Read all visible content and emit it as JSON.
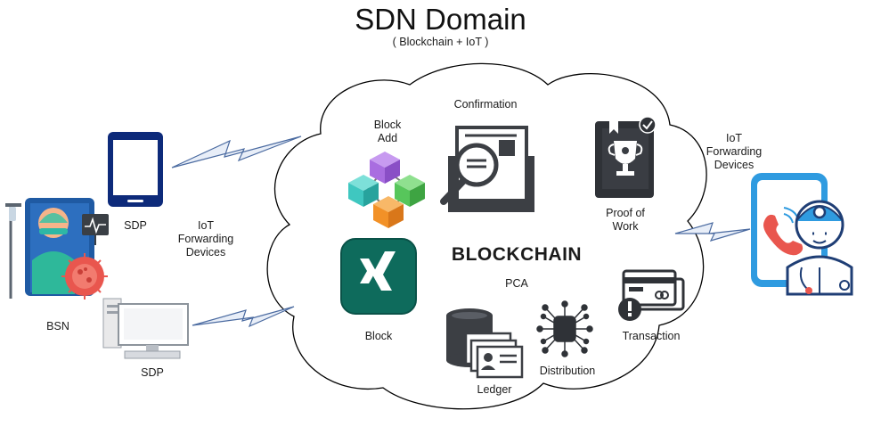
{
  "header": {
    "title": "SDN Domain",
    "subtitle": "( Blockchain + IoT )"
  },
  "left": {
    "sdp_phone_label": "SDP",
    "sdp_computer_label": "SDP",
    "bsn_label": "BSN",
    "iot_label_lines": [
      "IoT",
      "Forwarding",
      "Devices"
    ]
  },
  "cloud": {
    "heading": "BLOCKCHAIN",
    "pca_label": "PCA",
    "block_add_lines": [
      "Block",
      "Add"
    ],
    "confirmation_label": "Confirmation",
    "proof_of_work_lines": [
      "Proof of",
      "Work"
    ],
    "block_label": "Block",
    "ledger_label": "Ledger",
    "distribution_label": "Distribution",
    "transaction_label": "Transaction"
  },
  "right": {
    "iot_label_lines": [
      "IoT",
      "Forwarding",
      "Devices"
    ]
  },
  "colors": {
    "cloud_stroke": "#000000",
    "phone_navy": "#0d2a7a",
    "xing_green": "#0e6b5c",
    "blue_accent": "#2f9be0",
    "cube_purple": "#a96de0",
    "cube_green": "#57c65b",
    "cube_teal": "#3fc7c0",
    "cube_orange": "#f29127",
    "lightning_fill": "#e8eef8",
    "lightning_stroke": "#4a6aa0"
  },
  "icons": [
    "smartphone-icon",
    "desktop-computer-icon",
    "patient-icon",
    "virus-icon",
    "monitor-icon",
    "blocks-icon",
    "confirmation-icon",
    "magnifier-icon",
    "proof-of-work-icon",
    "trophy-icon",
    "xing-block-icon",
    "database-icon",
    "id-card-icon",
    "chip-icon",
    "credit-card-icon",
    "doctor-icon",
    "phone-call-icon",
    "lightning-icon"
  ]
}
